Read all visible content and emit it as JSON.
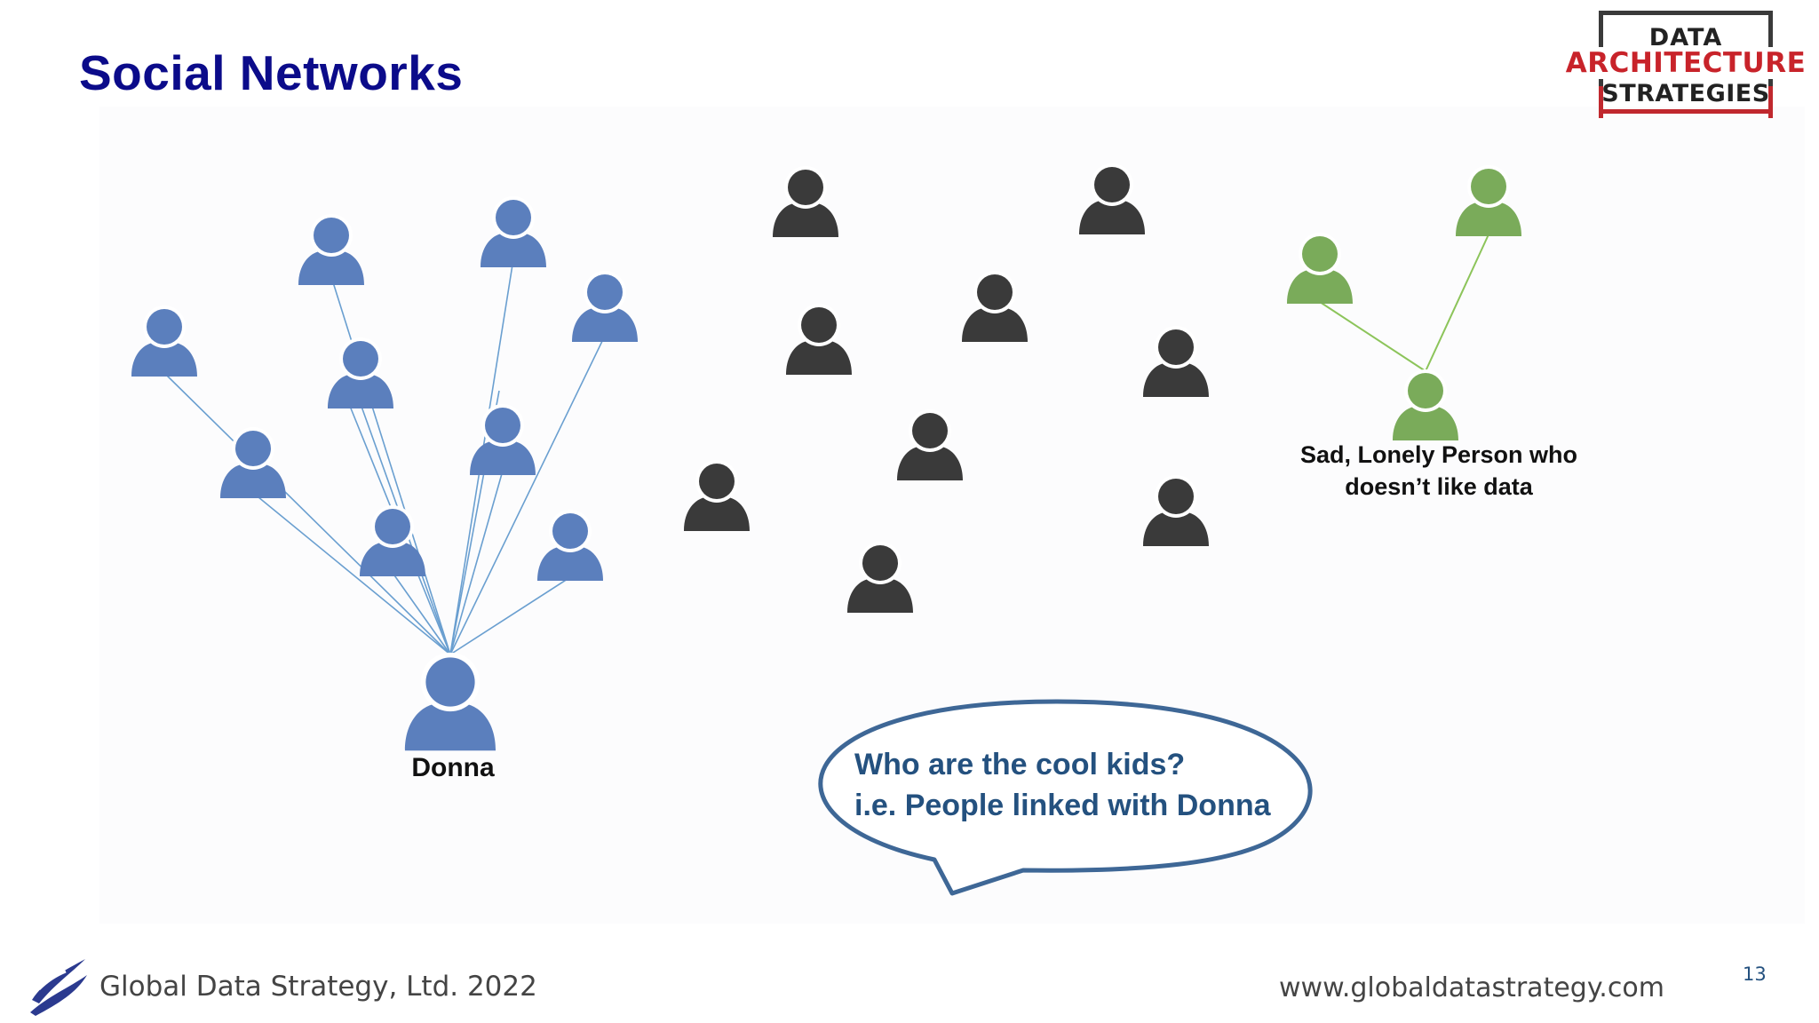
{
  "slide": {
    "title": "Social Networks",
    "page_number": "13",
    "footer_left": "Global Data Strategy, Ltd. 2022",
    "footer_right": "www.globaldatastrategy.com"
  },
  "logo": {
    "line1": "DATA",
    "line2": "ARCHITECTURE",
    "line3": "STRATEGIES"
  },
  "diagram": {
    "colors": {
      "blue": "#5b7fbd",
      "dark": "#3a3a3a",
      "green": "#7aab5a",
      "blue_edge": "#6a9fd0",
      "green_edge": "#8cc45a"
    },
    "donna_label": "Donna",
    "lonely_label_lines": [
      "Sad, Lonely Person who",
      "doesn’t like data"
    ],
    "callout_lines": [
      "Who are the cool kids?",
      "i.e. People linked with Donna"
    ]
  }
}
